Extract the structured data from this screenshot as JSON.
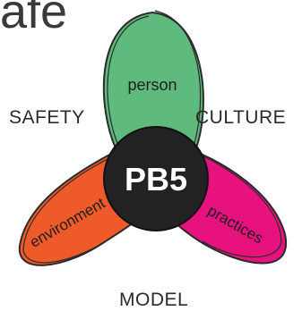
{
  "heading_fragment": "afe",
  "labels": {
    "safety": "SAFETY",
    "culture": "CULTURE",
    "model": "MODEL"
  },
  "center": {
    "text": "PB5",
    "color": "#222222"
  },
  "petals": [
    {
      "label": "person",
      "color": "#5fba7d"
    },
    {
      "label": "environment",
      "color": "#ee5a2a"
    },
    {
      "label": "practices",
      "color": "#e8127f"
    }
  ]
}
